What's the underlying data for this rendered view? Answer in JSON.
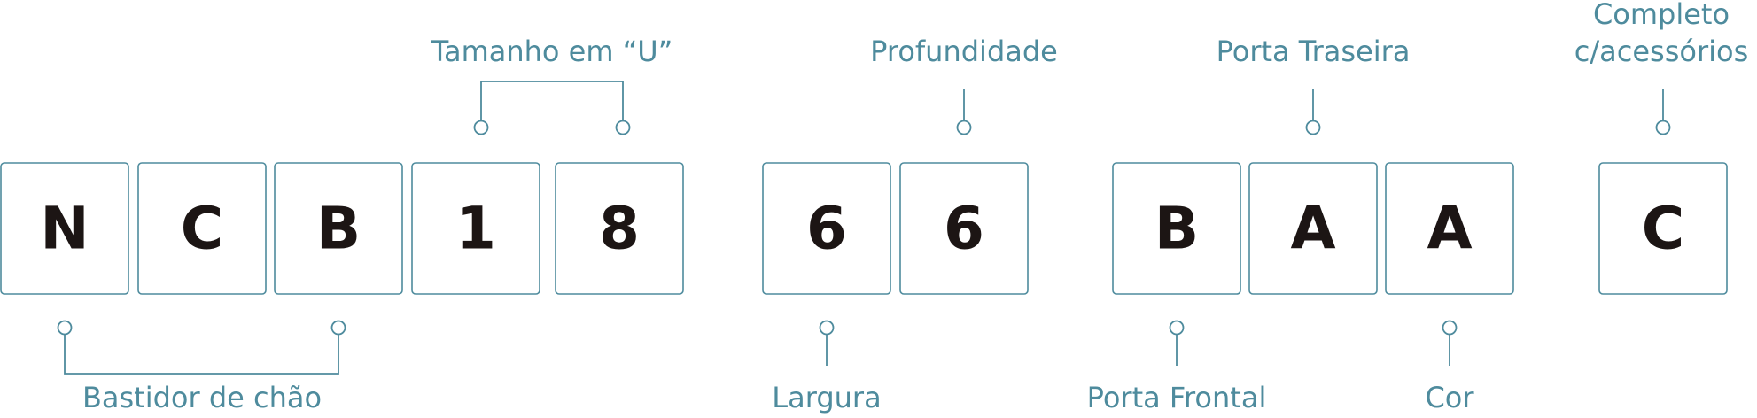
{
  "code": {
    "characters": [
      "N",
      "C",
      "B",
      "1",
      "8",
      "6",
      "6",
      "B",
      "A",
      "A",
      "C"
    ]
  },
  "labels": {
    "bastidor": "Bastidor de chão",
    "tamanho": "Tamanho em “U”",
    "largura": "Largura",
    "profundidade": "Profundidade",
    "porta_frontal": "Porta Frontal",
    "porta_traseira": "Porta Traseira",
    "cor": "Cor",
    "completo_line1": "Completo",
    "completo_line2": "c/acessórios"
  },
  "colors": {
    "accent": "#4e8b9d",
    "character": "#1c1514",
    "background": "#ffffff"
  }
}
